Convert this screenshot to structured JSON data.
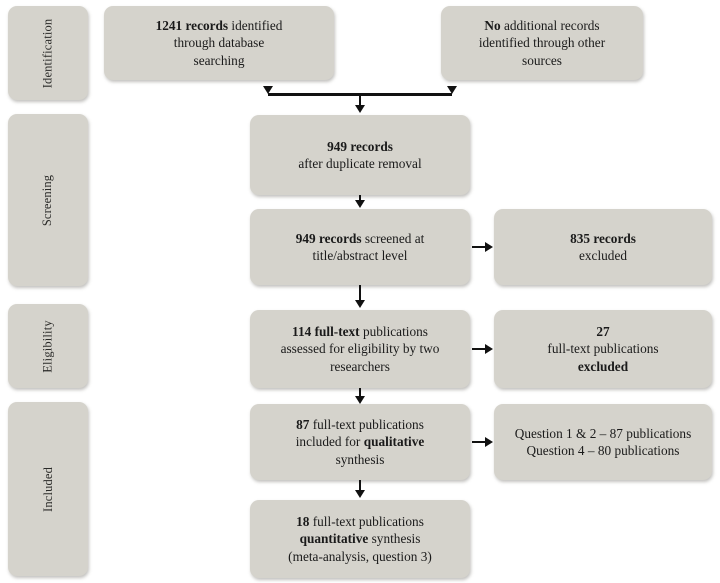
{
  "diagram": {
    "title": "PRISMA flow diagram",
    "box_color": "#d5d3cc",
    "arrow_color": "#111111",
    "background": "#ffffff"
  },
  "stages": [
    {
      "id": "identification",
      "label": "Identification"
    },
    {
      "id": "screening",
      "label": "Screening"
    },
    {
      "id": "eligibility",
      "label": "Eligibility"
    },
    {
      "id": "included",
      "label": "Included"
    }
  ],
  "boxes": {
    "database_records": {
      "bold1": "1241 records",
      "rest1": " identified",
      "line2": "through database",
      "line3": "searching"
    },
    "other_records": {
      "bold1": "No",
      "rest1": " additional records",
      "line2": "identified through other",
      "line3": "sources"
    },
    "after_duplicates": {
      "bold1": "949 records",
      "line2": "after duplicate removal"
    },
    "screened": {
      "bold1": "949 records",
      "rest1": " screened at",
      "line2": "title/abstract level"
    },
    "records_excluded": {
      "bold1": "835 records",
      "line2": "excluded"
    },
    "fulltext_assessed": {
      "bold1": "114 full-text",
      "rest1": " publications",
      "line2": "assessed for eligibility by two",
      "line3": "researchers"
    },
    "fulltext_excluded": {
      "bold1": "27",
      "line2": "full-text publications",
      "bold3": "excluded"
    },
    "qualitative": {
      "bold1": "87",
      "rest1": " full-text publications",
      "line2a": "included for ",
      "bold2": "qualitative",
      "line3": "synthesis"
    },
    "questions": {
      "line1": "Question 1 & 2 – 87 publications",
      "line2": "Question 4 – 80 publications"
    },
    "quantitative": {
      "bold1": "18",
      "rest1": " full-text publications",
      "bold2": "quantitative",
      "rest2": " synthesis",
      "line3": "(meta-analysis, question 3)"
    }
  }
}
